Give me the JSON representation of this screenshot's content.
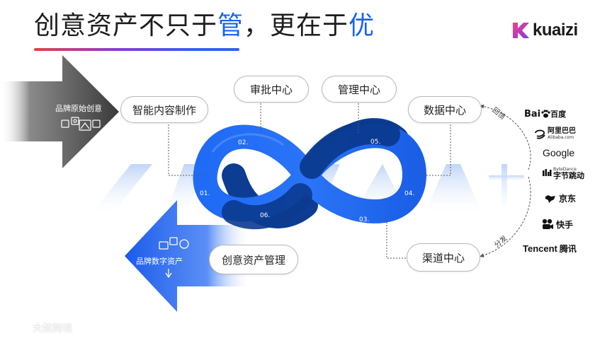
{
  "title": {
    "prefix": "创意资产不只于",
    "highlight1": "管",
    "middle": "，更在于",
    "highlight2": "优"
  },
  "logo": {
    "text": "kuaizi"
  },
  "input_arrow": {
    "label": "品牌原始创意"
  },
  "output_arrow": {
    "label": "品牌数字资产"
  },
  "nodes": {
    "smart_production": "智能内容制作",
    "review_center": "审批中心",
    "management_center": "管理中心",
    "data_center": "数据中心",
    "channel_center": "渠道中心",
    "asset_management": "创意资产管理"
  },
  "loop_steps": [
    "01.",
    "02.",
    "03.",
    "04.",
    "05.",
    "06."
  ],
  "flow_labels": {
    "feedback": "回馈",
    "distribute": "分发"
  },
  "channels": [
    {
      "name": "Baidu",
      "latin": "Bai",
      "cn": "百度"
    },
    {
      "name": "Alibaba",
      "cn": "阿里巴巴",
      "tiny": "Alibaba.com"
    },
    {
      "name": "Google",
      "latin": "Google"
    },
    {
      "name": "ByteDance",
      "tiny": "ByteDance",
      "cn": "字节跳动"
    },
    {
      "name": "JD",
      "cn": "京东"
    },
    {
      "name": "Kuaishou",
      "cn": "快手"
    },
    {
      "name": "Tencent",
      "latin": "Tencent",
      "cn": "腾讯"
    }
  ],
  "watermark": "大数跨境",
  "colors": {
    "blue": "#1763f2",
    "navy": "#0a3a8f",
    "gray_arrow": "#555555"
  }
}
